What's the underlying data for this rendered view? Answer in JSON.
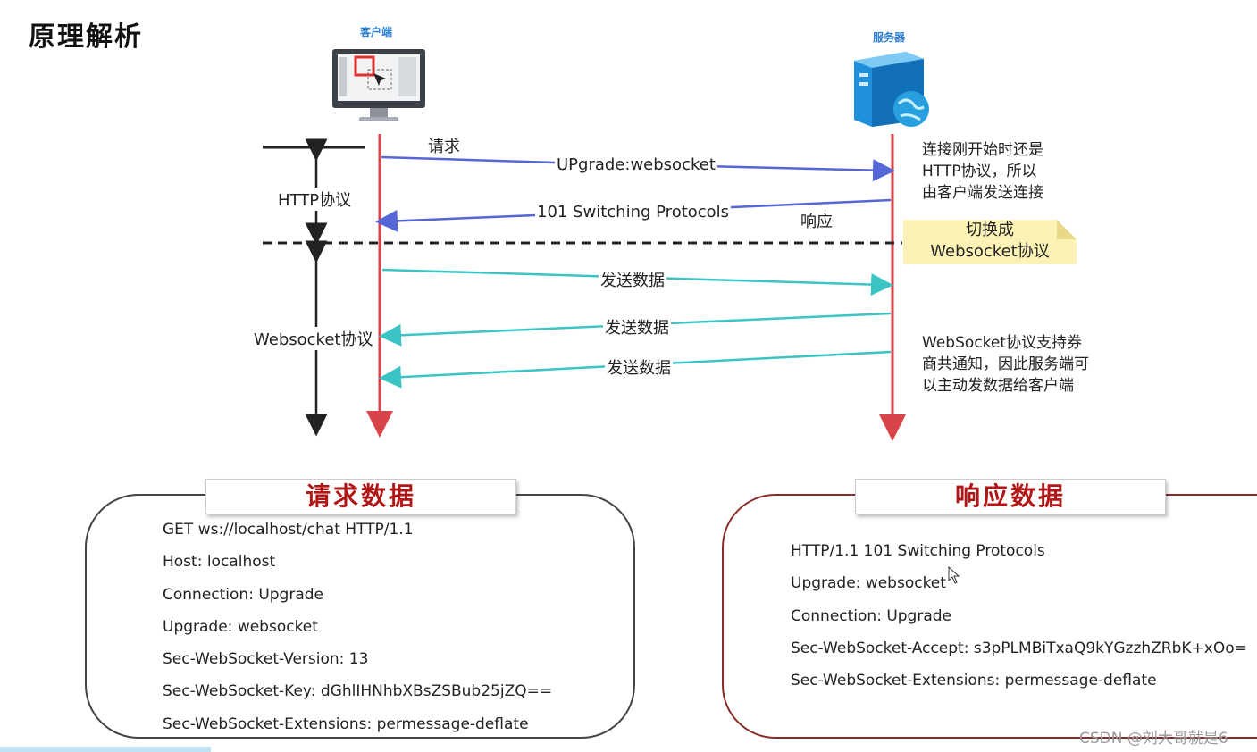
{
  "page_title": "原理解析",
  "client_label": "客户端",
  "server_label": "服务器",
  "phases": {
    "http": "HTTP协议",
    "websocket": "Websocket协议"
  },
  "messages": {
    "request_tag": "请求",
    "upgrade": "UPgrade:websocket",
    "switching": "101 Switching Protocols",
    "response_tag": "响应",
    "send1": "发送数据",
    "send2": "发送数据",
    "send3": "发送数据"
  },
  "notes": {
    "http_note": [
      "连接刚开始时还是",
      "HTTP协议，所以",
      "由客户端发送连接"
    ],
    "switch_note": [
      "切换成",
      "Websocket协议"
    ],
    "ws_note": [
      "WebSocket协议支持券",
      "商共通知，因此服务端可",
      "以主动发数据给客户端"
    ]
  },
  "request_panel": {
    "title": "请求数据",
    "lines": [
      "GET ws://localhost/chat HTTP/1.1",
      "Host: localhost",
      "Connection: Upgrade",
      "Upgrade: websocket",
      "Sec-WebSocket-Version: 13",
      "Sec-WebSocket-Key: dGhlIHNhbXBsZSBub25jZQ==",
      "Sec-WebSocket-Extensions: permessage-deflate"
    ]
  },
  "response_panel": {
    "title": "响应数据",
    "lines": [
      "HTTP/1.1 101 Switching Protocols",
      "Upgrade: websocket",
      "Connection: Upgrade",
      "Sec-WebSocket-Accept: s3pPLMBiTxaQ9kYGzzhZRbK+xOo=",
      "Sec-WebSocket-Extensions: permessage-deflate"
    ]
  },
  "watermark": "CSDN @刘大哥就是6",
  "colors": {
    "lifeline": "#d9434a",
    "http_arrow": "#5566d6",
    "ws_arrow": "#3cc4c4",
    "panel_title": "#b01616"
  },
  "icons": [
    "monitor-icon",
    "server-icon",
    "globe-icon",
    "cursor-icon"
  ]
}
